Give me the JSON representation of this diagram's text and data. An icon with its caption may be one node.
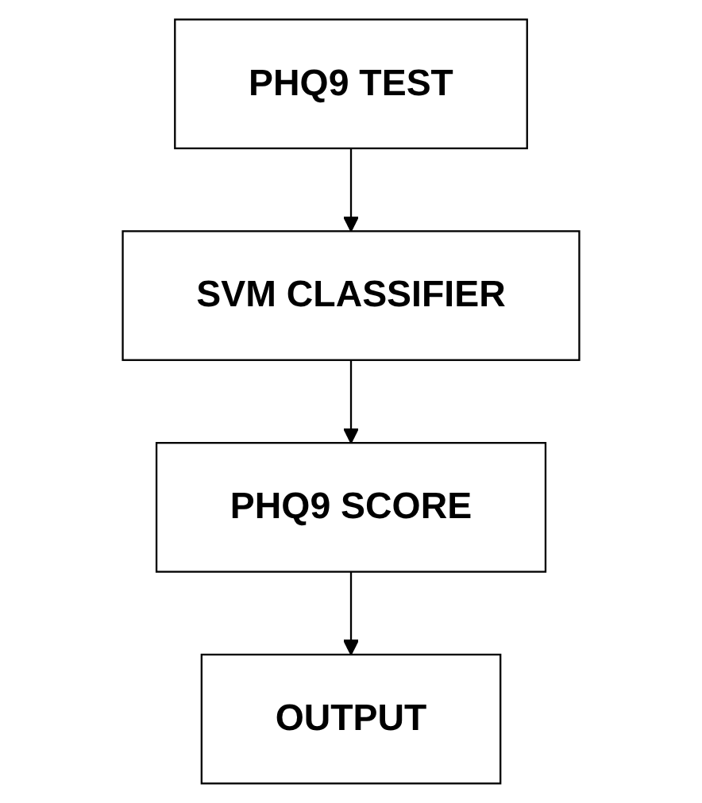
{
  "diagram": {
    "nodes": [
      {
        "text": [
          "PHQ9 TEST"
        ]
      },
      {
        "text": [
          "SVM CLASSIFIER"
        ]
      },
      {
        "text": [
          "PHQ9 SCORE"
        ]
      },
      {
        "text": [
          "OUTPUT"
        ]
      }
    ],
    "edges": [
      {
        "from": 0,
        "to": 1,
        "arrow": "to"
      },
      {
        "from": 1,
        "to": 2,
        "arrow": "to"
      },
      {
        "from": 2,
        "to": 3,
        "arrow": "to"
      }
    ]
  }
}
